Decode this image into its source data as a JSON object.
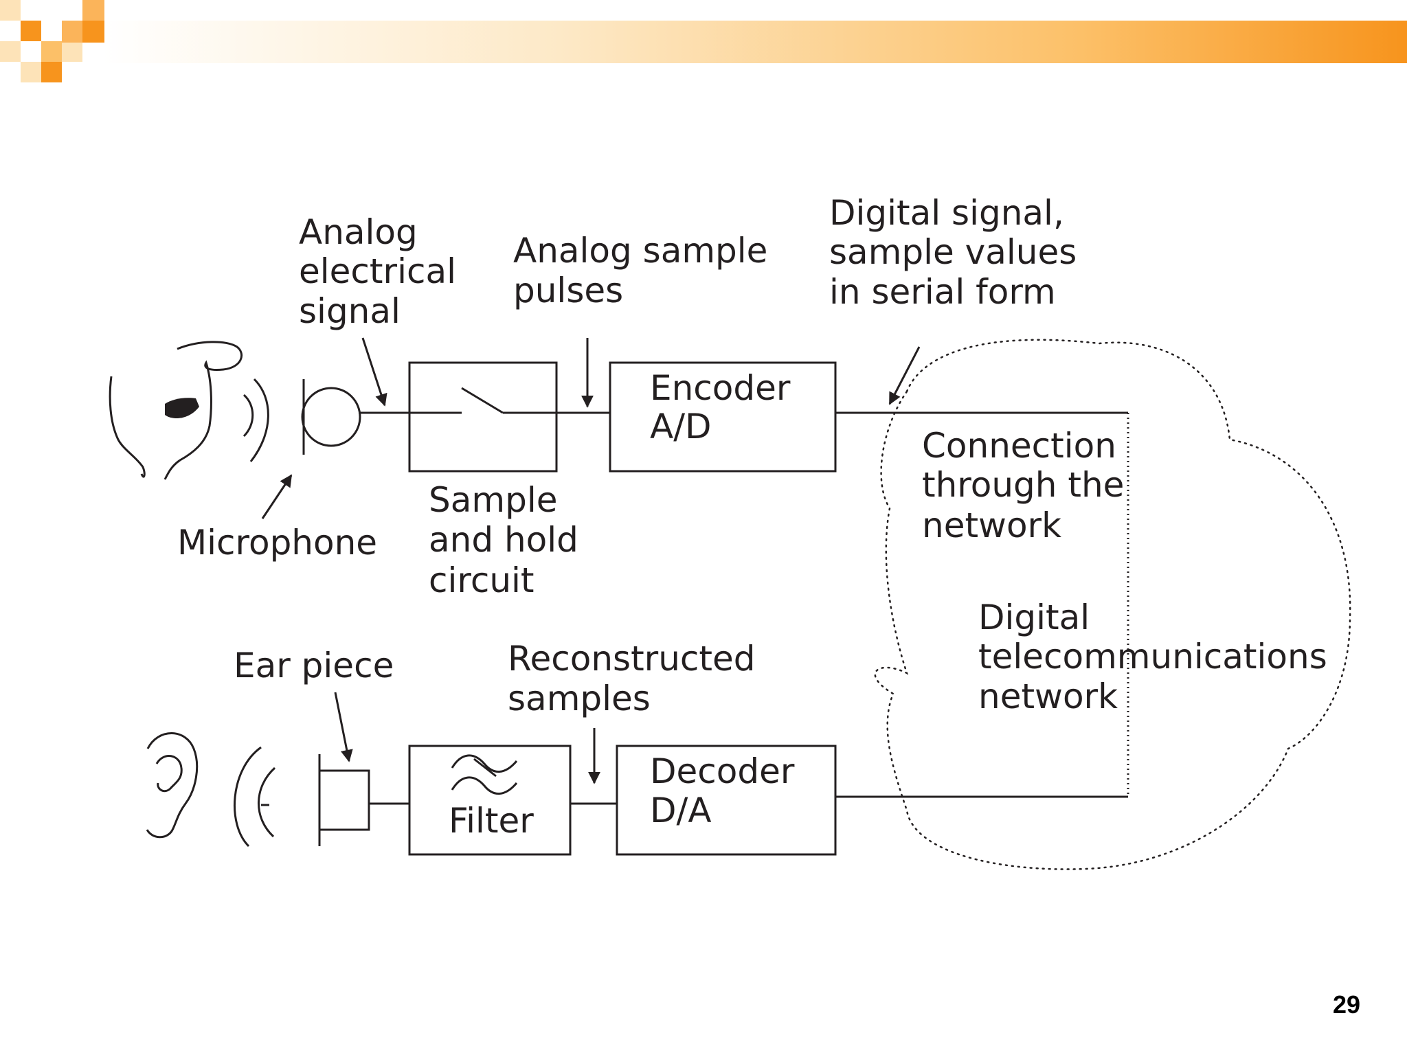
{
  "slide": {
    "page_number": "29",
    "accent_color": "#f7941d"
  },
  "labels": {
    "analog_signal": [
      "Analog",
      "electrical",
      "signal"
    ],
    "analog_pulses": [
      "Analog sample",
      "pulses"
    ],
    "digital_signal": [
      "Digital signal,",
      "sample values",
      "in serial form"
    ],
    "microphone": "Microphone",
    "sample_hold": [
      "Sample",
      "and hold",
      "circuit"
    ],
    "connection": [
      "Connection",
      "through the",
      "network"
    ],
    "network": [
      "Digital",
      "telecommunications",
      "network"
    ],
    "ear_piece": "Ear piece",
    "reconstructed": [
      "Reconstructed",
      "samples"
    ]
  },
  "blocks": {
    "encoder": [
      "Encoder",
      "A/D"
    ],
    "decoder": [
      "Decoder",
      "D/A"
    ],
    "filter": "Filter"
  },
  "icons": {
    "speaker": "speaking-face-icon",
    "microphone": "microphone-icon",
    "ear": "ear-icon",
    "earpiece": "earpiece-icon",
    "switch": "switch-icon",
    "filter": "filter-wave-icon",
    "cloud": "network-cloud-icon"
  }
}
